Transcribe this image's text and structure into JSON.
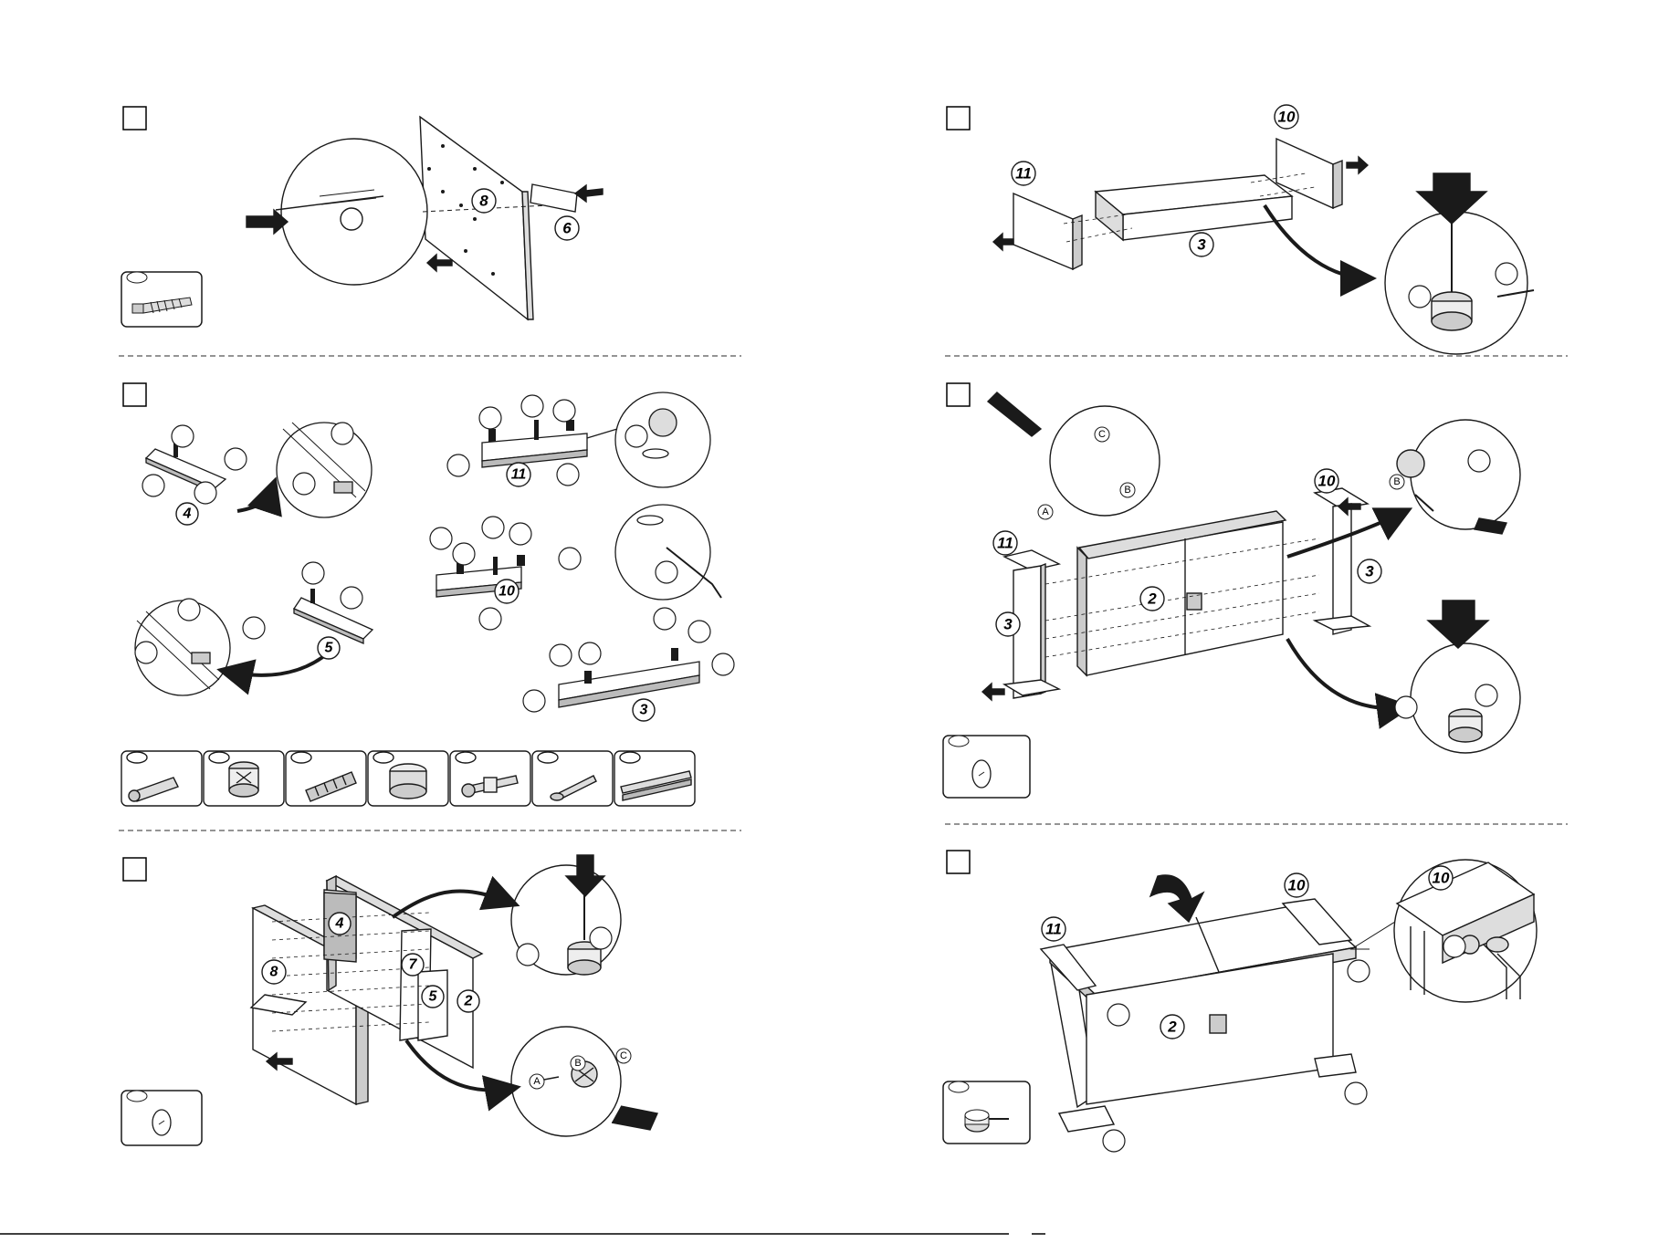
{
  "page": {
    "parts": {
      "s1": {
        "big_panel": "8",
        "shelf": "6"
      },
      "s2": {
        "a": "4",
        "b": "5",
        "c": "11",
        "d": "10",
        "e": "3"
      },
      "s3": {
        "left": "8",
        "p4": "4",
        "p7": "7",
        "p5": "5",
        "p2": "2"
      },
      "s4": {
        "left": "11",
        "right": "10",
        "mid": "3"
      },
      "s5": {
        "left": "11",
        "right": "10",
        "center": "2",
        "left_end": "3",
        "right_end": "3"
      },
      "s6": {
        "left": "11",
        "right": "10",
        "center": "2",
        "detail": "10"
      }
    },
    "letters": {
      "s3": {
        "a": "A",
        "b": "B",
        "c": "C"
      },
      "s5": {
        "a": "A",
        "b": "B",
        "c": "C",
        "b2": "B"
      }
    },
    "hardware": {
      "s1": [
        "cam-bolt-icon"
      ],
      "s2": [
        "cam-bolt-icon",
        "cam-lock-icon",
        "dowel-icon",
        "cam-cylinder-icon",
        "connector-bolt-icon",
        "screw-icon",
        "rail-icon"
      ],
      "s3": [
        "cover-cap-icon"
      ],
      "s5": [
        "cover-cap-icon"
      ],
      "s6": [
        "furniture-glide-icon"
      ]
    },
    "colors": {
      "ink": "#1a1a1a",
      "divider": "#555555"
    }
  }
}
